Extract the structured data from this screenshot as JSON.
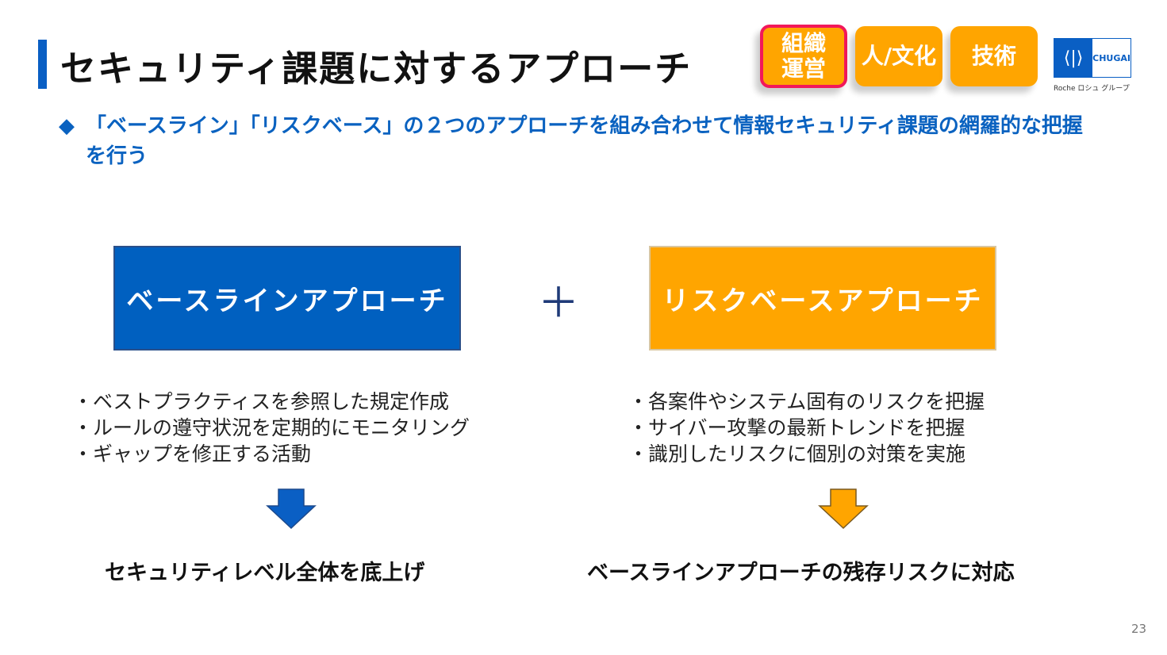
{
  "title": "セキュリティ課題に対するアプローチ",
  "badges": [
    "組織\n運営",
    "人/文化",
    "技術"
  ],
  "logo": {
    "name": "CHUGAI",
    "group": "Roche ロシュ グループ"
  },
  "lead": {
    "bullet": "◆",
    "text": "「ベースライン」「リスクベース」の２つのアプローチを組み合わせて情報セキュリティ課題の網羅的な把握を行う"
  },
  "baseline": {
    "title": "ベースラインアプローチ",
    "items": [
      "・ベストプラクティスを参照した規定作成",
      "・ルールの遵守状況を定期的にモニタリング",
      "・ギャップを修正する活動"
    ],
    "result": "セキュリティレベル全体を底上げ"
  },
  "plus": "＋",
  "riskbase": {
    "title": "リスクベースアプローチ",
    "items": [
      "・各案件やシステム固有のリスクを把握",
      "・サイバー攻撃の最新トレンドを把握",
      "・識別したリスクに個別の対策を実施"
    ],
    "result": "ベースラインアプローチの残存リスクに対応"
  },
  "page_number": "23",
  "colors": {
    "blue": "#0060c0",
    "orange": "#ffa500",
    "highlight": "#f2185a"
  }
}
